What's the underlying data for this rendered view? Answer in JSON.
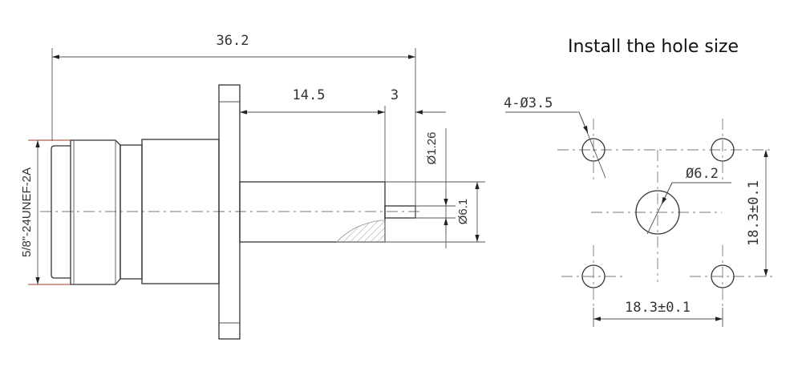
{
  "title": "Install the hole size",
  "connector_side_view": {
    "overall_length": "36.2",
    "pin_body_length": "14.5",
    "pin_length": "3",
    "pin_diameter": "Ø1.26",
    "pin_body_diameter": "Ø6.1",
    "thread_spec": "5/8\"-24UNEF-2A"
  },
  "mounting_holes": {
    "corner_holes": "4-Ø3.5",
    "center_hole": "Ø6.2",
    "vertical_spacing": "18.3±0.1",
    "horizontal_spacing": "18.3±0.1"
  }
}
